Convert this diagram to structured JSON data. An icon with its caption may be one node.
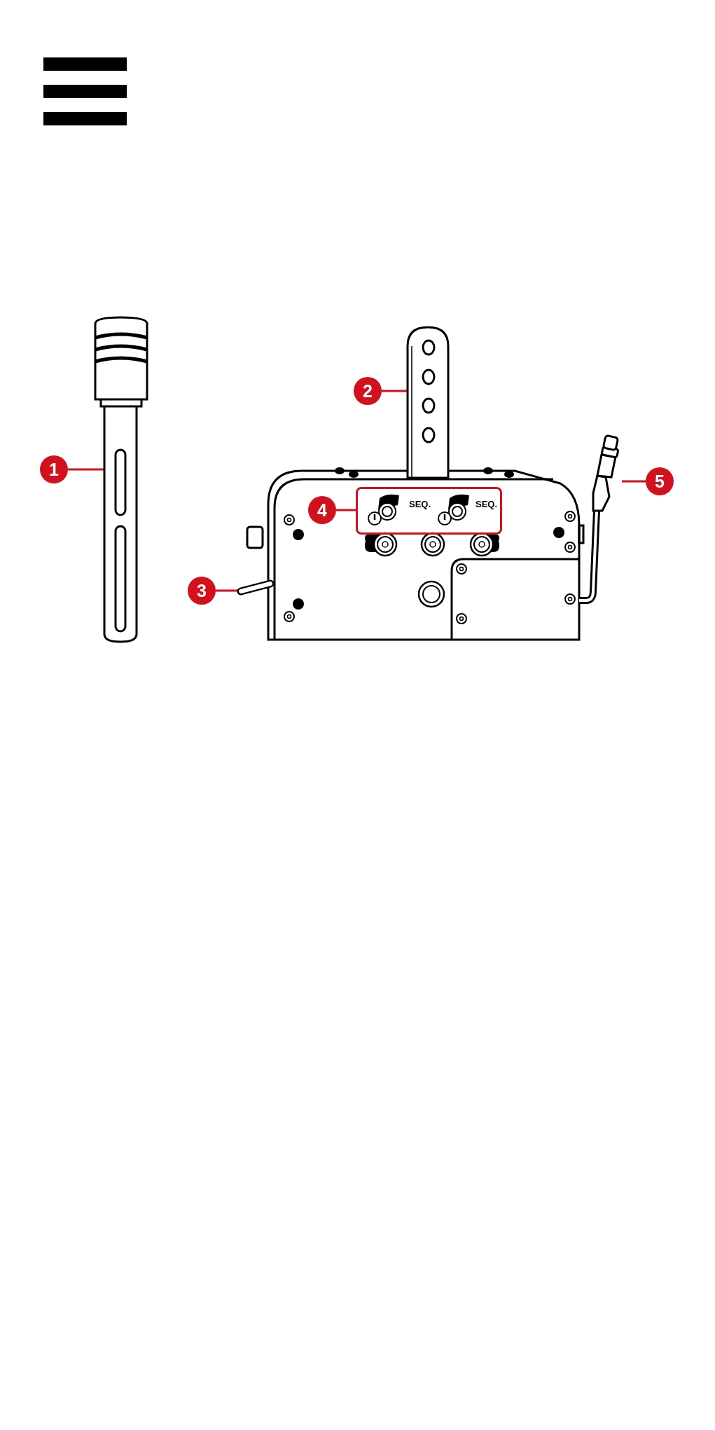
{
  "diagram": {
    "nodes": [
      {
        "text": [
          "1"
        ]
      },
      {
        "text": [],
        "shape": "picture"
      },
      {
        "text": [
          "2"
        ]
      },
      {
        "text": [],
        "shape": "picture"
      },
      {
        "text": [
          "3"
        ]
      },
      {
        "text": [],
        "shape": "picture"
      },
      {
        "text": [
          "4"
        ]
      },
      {
        "text": [
          "SEQ.",
          "SEQ."
        ]
      },
      {
        "text": [
          "5"
        ]
      },
      {
        "text": [],
        "shape": "picture"
      }
    ],
    "edges": [
      {
        "from": 0,
        "to": 1,
        "arrow": "none"
      },
      {
        "from": 2,
        "to": 3,
        "arrow": "none"
      },
      {
        "from": 4,
        "to": 5,
        "arrow": "none"
      },
      {
        "from": 6,
        "to": 7,
        "arrow": "none"
      },
      {
        "from": 8,
        "to": 9,
        "arrow": "none"
      }
    ]
  }
}
